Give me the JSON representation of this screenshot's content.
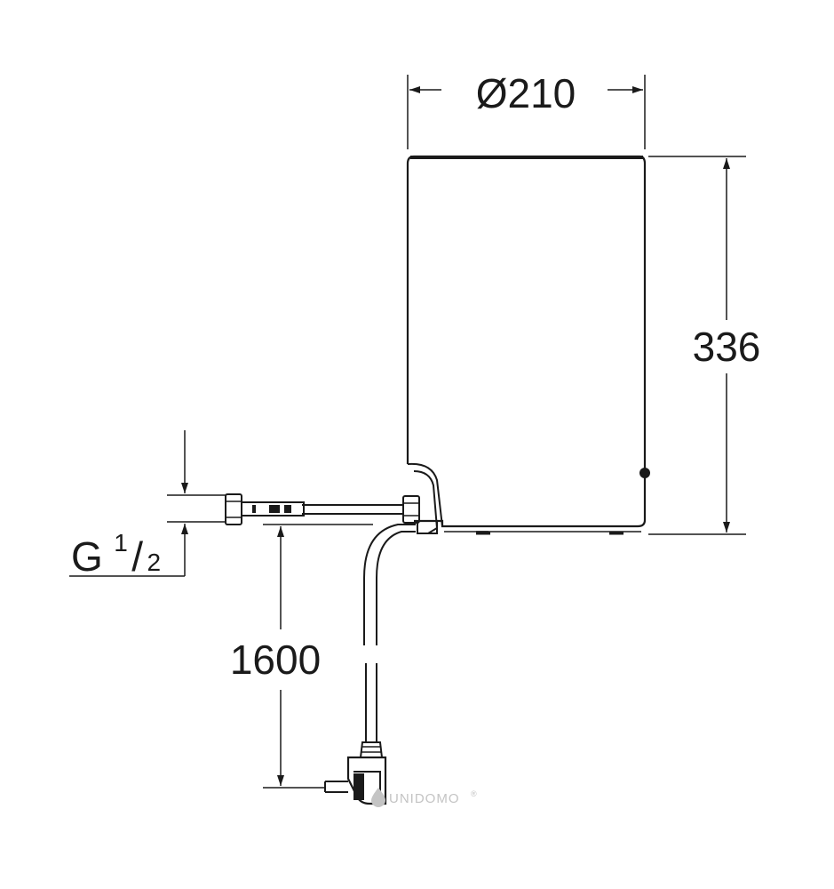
{
  "dimensions": {
    "diameter": "Ø210",
    "height": "336",
    "cable_length": "1600",
    "thread_letter": "G",
    "thread_numerator": "1",
    "thread_slash": "/",
    "thread_denominator": "2"
  },
  "watermark": {
    "text": "UNIDOMO",
    "mark": "®"
  },
  "colors": {
    "line": "#1a1a1a",
    "watermark": "#c4c4c4"
  }
}
